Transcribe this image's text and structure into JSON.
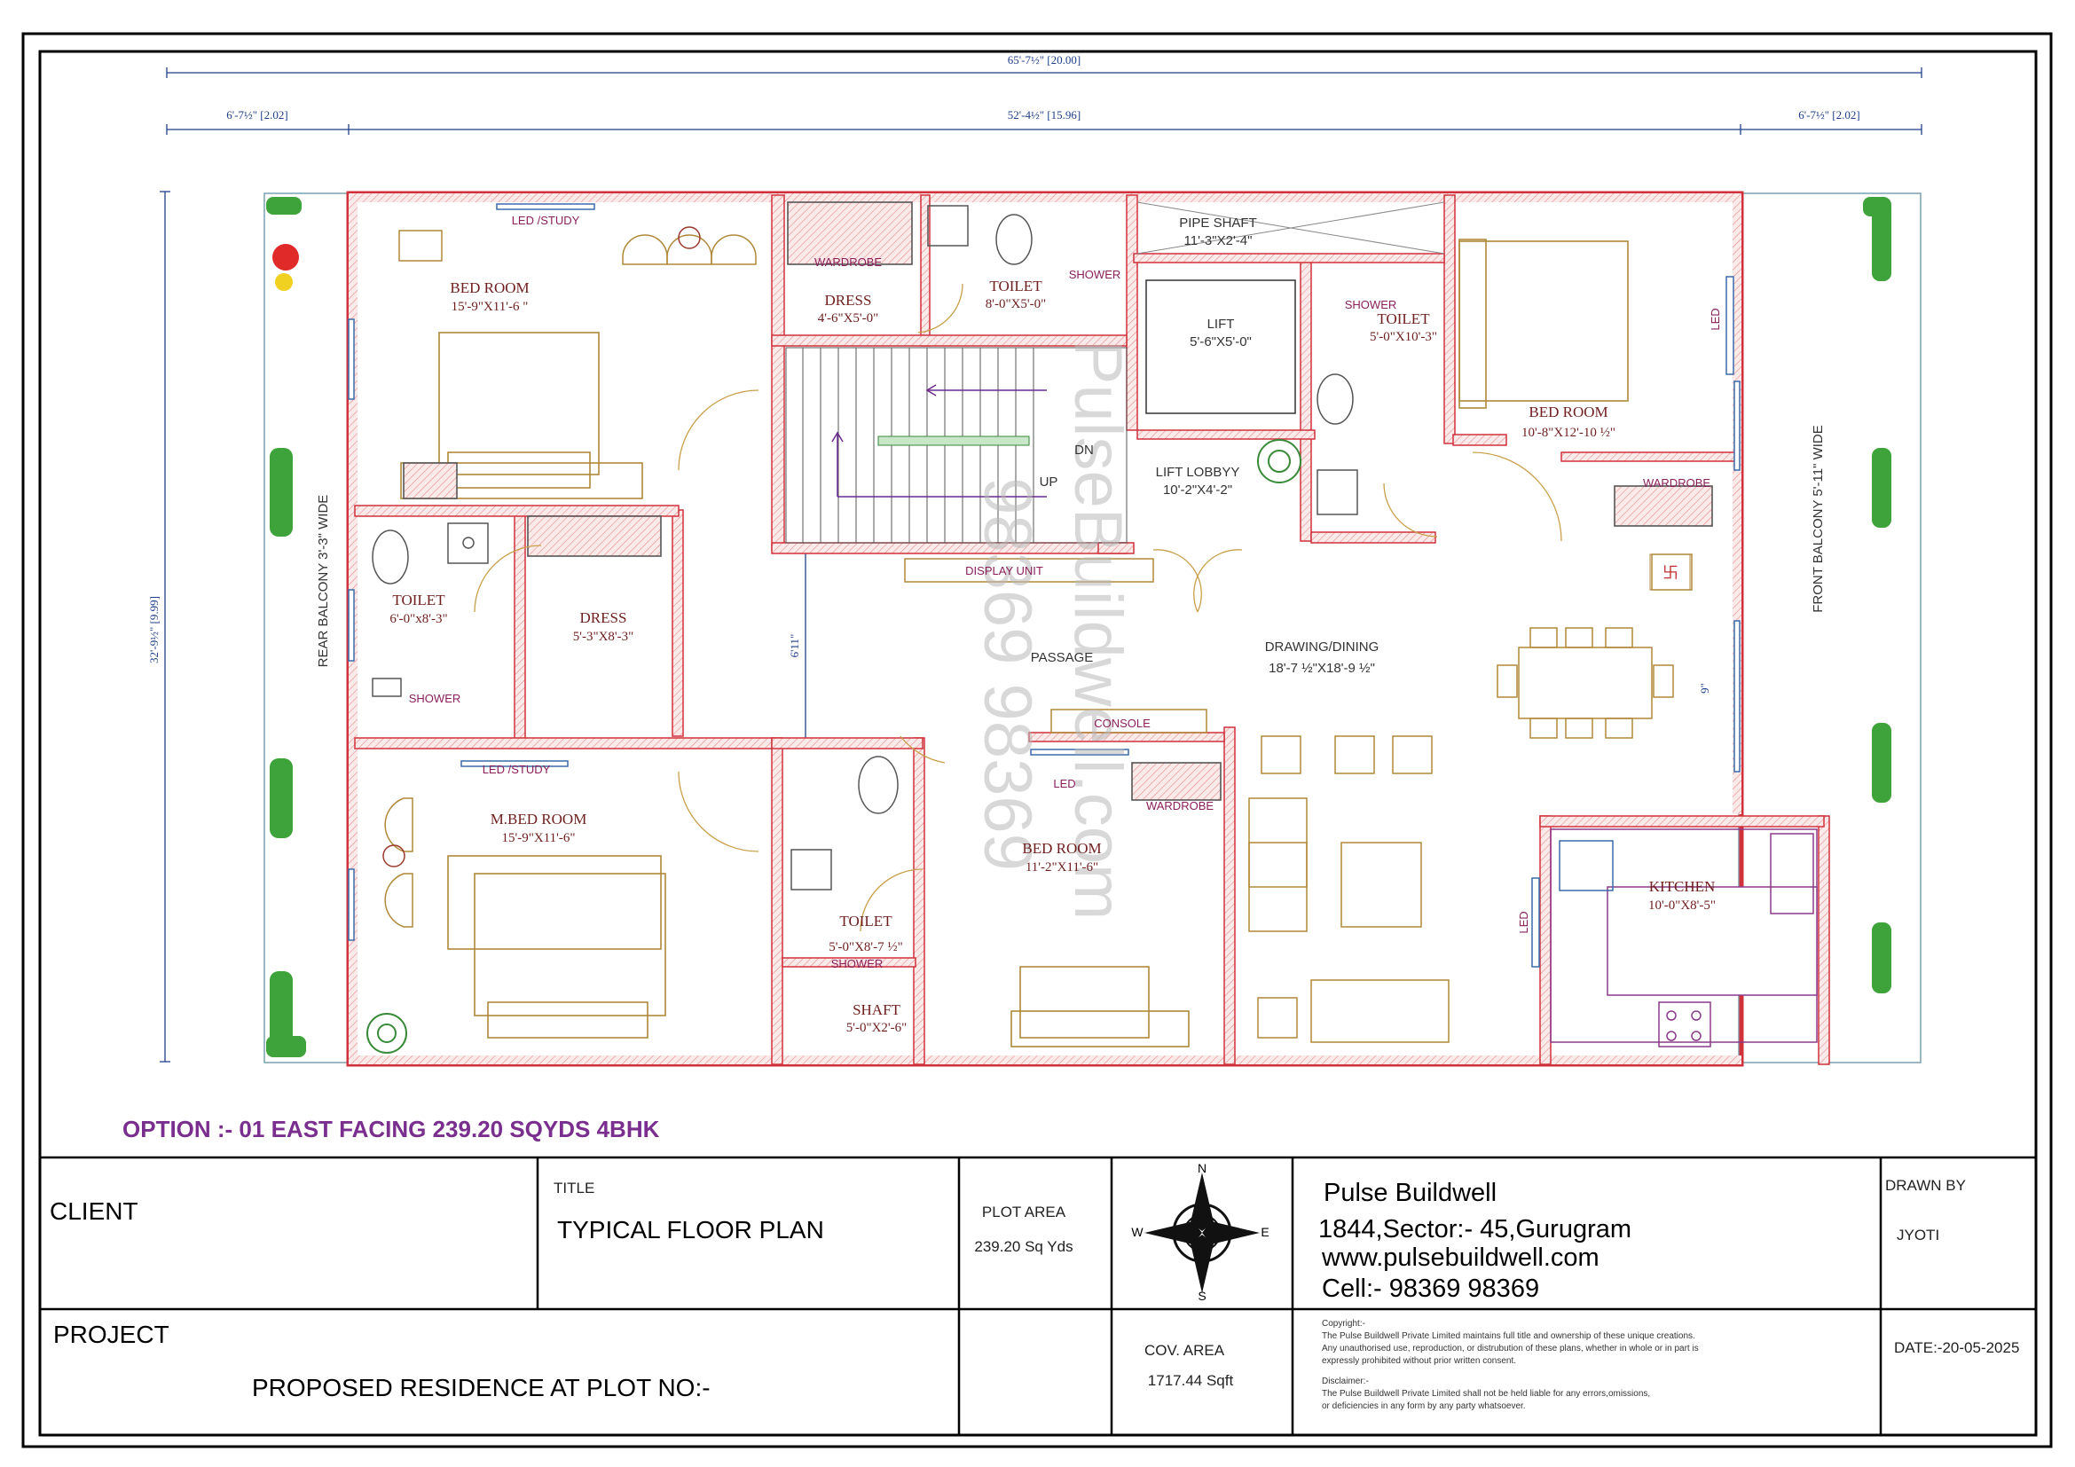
{
  "dimensions": {
    "overall": "65'-7½\" [20.00]",
    "left": "6'-7½\" [2.02]",
    "middle": "52'-4½\" [15.96]",
    "right": "6'-7½\" [2.02]",
    "height": "32'-9½\" [9.99]",
    "passage_width": "6'11\"",
    "dining_right": "9\""
  },
  "rooms": {
    "bed1": {
      "name": "BED ROOM",
      "size": "15'-9\"X11'-6 \""
    },
    "dress1": {
      "name": "DRESS",
      "size": "4'-6\"X5'-0\""
    },
    "toilet1": {
      "name": "TOILET",
      "size": "8'-0\"X5'-0\""
    },
    "pipe_shaft": {
      "name": "PIPE SHAFT",
      "size": "11'-3\"X2'-4\""
    },
    "lift": {
      "name": "LIFT",
      "size": "5'-6\"X5'-0\""
    },
    "toilet2": {
      "name": "TOILET",
      "size": "5'-0\"X10'-3\""
    },
    "bed2": {
      "name": "BED ROOM",
      "size": "10'-8\"X12'-10 ½\""
    },
    "lift_lobby": {
      "name": "LIFT LOBBYY",
      "size": "10'-2\"X4'-2\""
    },
    "toilet3": {
      "name": "TOILET",
      "size": "6'-0\"x8'-3\""
    },
    "dress2": {
      "name": "DRESS",
      "size": "5'-3\"X8'-3\""
    },
    "drawing": {
      "name": "DRAWING/DINING",
      "size": "18'-7 ½\"X18'-9 ½\""
    },
    "mbed": {
      "name": "M.BED ROOM",
      "size": "15'-9\"X11'-6\""
    },
    "bed3": {
      "name": "BED ROOM",
      "size": "11'-2\"X11'-6\""
    },
    "toilet4": {
      "name": "TOILET",
      "size": "5'-0\"X8'-7 ½\""
    },
    "shaft": {
      "name": "SHAFT",
      "size": "5'-0\"X2'-6\""
    },
    "kitchen": {
      "name": "KITCHEN",
      "size": "10'-0\"X8'-5\""
    }
  },
  "labels": {
    "led_study1": "LED /STUDY",
    "led_study2": "LED /STUDY",
    "wardrobe1": "WARDROBE",
    "wardrobe2": "WARDROBE",
    "wardrobe3": "WARDROBE",
    "shower1": "SHOWER",
    "shower2": "SHOWER",
    "shower3": "SHOWER",
    "shower4": "SHOWER",
    "led1": "LED",
    "led2": "LED",
    "led3": "LED",
    "display_unit": "DISPLAY UNIT",
    "console": "CONSOLE",
    "passage": "PASSAGE",
    "dn": "DN",
    "up": "UP",
    "rear_balcony": "REAR BALCONY  3'-3\" WIDE",
    "front_balcony": "FRONT BALCONY 5'-11\" WIDE"
  },
  "watermark": {
    "line1": "PulseBuildwell.com",
    "line2": "98369 98369"
  },
  "option_title": "OPTION :- 01 EAST FACING 239.20 SQYDS 4BHK",
  "title_block": {
    "client_label": "CLIENT",
    "title_label": "TITLE",
    "title_value": "TYPICAL  FLOOR PLAN",
    "plot_area_label": "PLOT AREA",
    "plot_area_value": "239.20 Sq Yds",
    "compass": {
      "n": "N",
      "s": "S",
      "e": "E",
      "w": "W"
    },
    "company": "Pulse Buildwell",
    "address": "1844,Sector:- 45,Gurugram",
    "website": "www.pulsebuildwell.com",
    "cell": "Cell:- 98369 98369",
    "drawn_by_label": "DRAWN BY",
    "drawn_by_value": "JYOTI",
    "project_label": "PROJECT",
    "project_value": "PROPOSED RESIDENCE AT PLOT NO:-",
    "cov_area_label": "COV. AREA",
    "cov_area_value": "1717.44  Sqft",
    "copyright_1": "Copyright:-",
    "copyright_2": "The Pulse Buildwell Private Limited maintains full title and ownership of these unique creations.",
    "copyright_3": "Any unauthorised use, reproduction, or distrubution of these plans, whether in whole or in part is",
    "copyright_4": "expressly prohibited without prior written consent.",
    "disclaimer_1": "Disclaimer:-",
    "disclaimer_2": "The Pulse Buildwell Private Limited shall not be held liable for any errors,omissions,",
    "disclaimer_3": "or deficiencies in any form by any party whatsoever.",
    "date": "DATE:-20-05-2025"
  },
  "colors": {
    "wall": "#d0313b",
    "furniture": "#b0883a",
    "dimension": "#1f3f8a",
    "option_title": "#7a2e8e",
    "greenery": "#3da33a"
  }
}
